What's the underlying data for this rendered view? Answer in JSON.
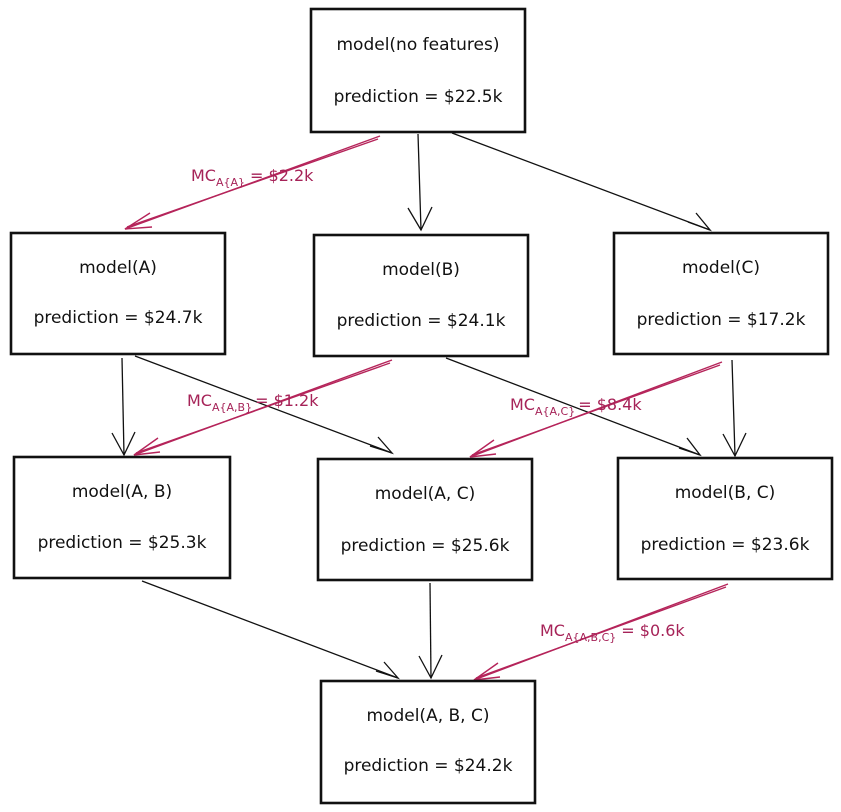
{
  "colors": {
    "box_stroke": "#111111",
    "arrow_black": "#111111",
    "marginal": "#b5245a"
  },
  "nodes": {
    "root": {
      "title": "model(no features)",
      "prediction": "prediction = $22.5k"
    },
    "a": {
      "title": "model(A)",
      "prediction": "prediction = $24.7k"
    },
    "b": {
      "title": "model(B)",
      "prediction": "prediction = $24.1k"
    },
    "c": {
      "title": "model(C)",
      "prediction": "prediction = $17.2k"
    },
    "ab": {
      "title": "model(A, B)",
      "prediction": "prediction = $25.3k"
    },
    "ac": {
      "title": "model(A, C)",
      "prediction": "prediction = $25.6k"
    },
    "bc": {
      "title": "model(B, C)",
      "prediction": "prediction = $23.6k"
    },
    "abc": {
      "title": "model(A, B, C)",
      "prediction": "prediction = $24.2k"
    }
  },
  "marginals": {
    "m1": {
      "prefix": "MC",
      "subscript": "A{A}",
      "value": "= $2.2k"
    },
    "m2": {
      "prefix": "MC",
      "subscript": "A{A,B}",
      "value": "= $1.2k"
    },
    "m3": {
      "prefix": "MC",
      "subscript": "A{A,C}",
      "value": "= $8.4k"
    },
    "m4": {
      "prefix": "MC",
      "subscript": "A{A,B,C}",
      "value": "= $0.6k"
    }
  }
}
